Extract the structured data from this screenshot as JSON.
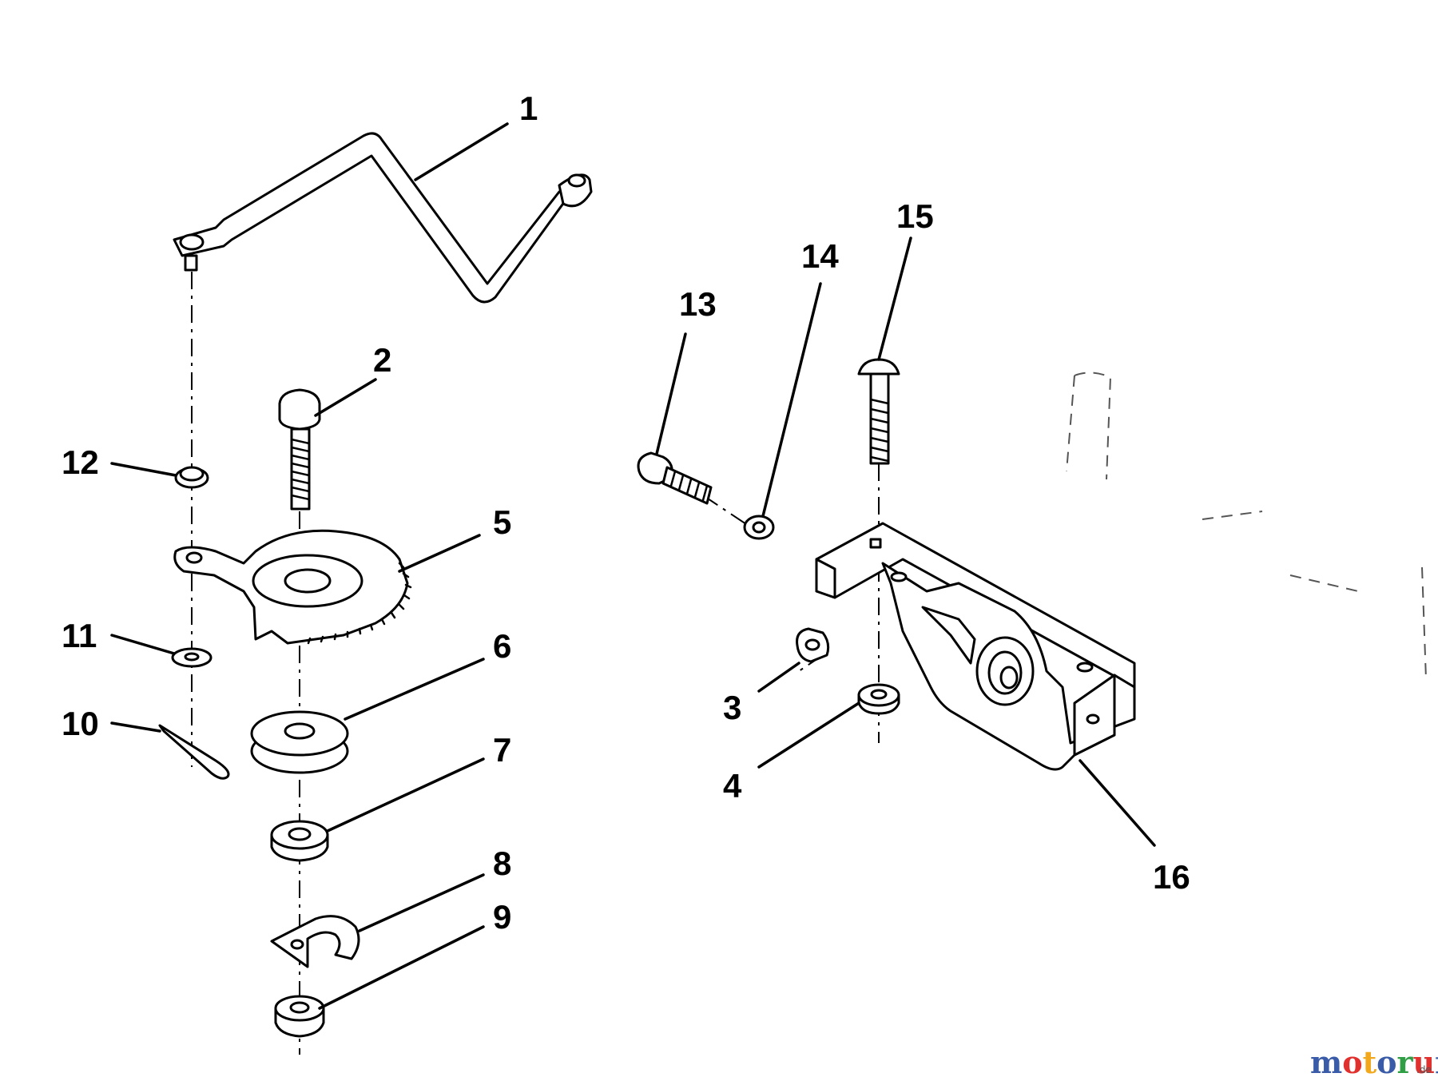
{
  "callouts": [
    "1",
    "2",
    "3",
    "4",
    "5",
    "6",
    "7",
    "8",
    "9",
    "10",
    "11",
    "12",
    "13",
    "14",
    "15",
    "16"
  ],
  "brand": {
    "letters": [
      "m",
      "o",
      "t",
      "o",
      "r",
      "u",
      "f"
    ],
    "colors": [
      "#3a5ba8",
      "#e0312f",
      "#f2a81d",
      "#3a5ba8",
      "#2f9e44",
      "#e0312f",
      "#3a5ba8"
    ],
    "suffix": ".de"
  }
}
